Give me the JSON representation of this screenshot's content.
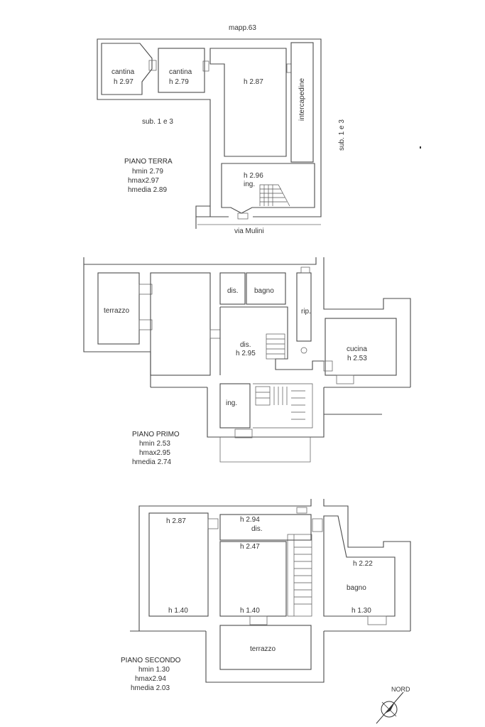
{
  "top": {
    "mapp_label": "mapp.63",
    "sub_left": "sub. 1 e 3",
    "sub_right": "sub. 1 e 3",
    "street": "via Mulini"
  },
  "ground": {
    "title": "PIANO TERRA",
    "hmin": "hmin 2.79",
    "hmax": "hmax2.97",
    "hmedia": "hmedia 2.89",
    "rooms": {
      "cantina1_name": "cantina",
      "cantina1_h": "h 2.97",
      "cantina2_name": "cantina",
      "cantina2_h": "h 2.79",
      "room_h": "h 2.87",
      "intercapedine": "intercapedine",
      "ing_h": "h 2.96",
      "ing_name": "ing."
    }
  },
  "first": {
    "title": "PIANO PRIMO",
    "hmin": "hmin 2.53",
    "hmax": "hmax2.95",
    "hmedia": "hmedia 2.74",
    "rooms": {
      "terrazzo": "terrazzo",
      "dis_small": "dis.",
      "bagno": "bagno",
      "rip": "rip.",
      "dis_name": "dis.",
      "dis_h": "h 2.95",
      "cucina_name": "cucina",
      "cucina_h": "h 2.53",
      "ing": "ing."
    }
  },
  "second": {
    "title": "PIANO SECONDO",
    "hmin": "hmin 1.30",
    "hmax": "hmax2.94",
    "hmedia": "hmedia 2.03",
    "rooms": {
      "left_top": "h 2.87",
      "left_bottom": "h 1.40",
      "dis_h": "h 2.94",
      "dis_name": "dis.",
      "mid_top": "h 2.47",
      "mid_bottom": "h 1.40",
      "bagno_top": "h 2.22",
      "bagno_name": "bagno",
      "bagno_bottom": "h 1.30",
      "terrazzo": "terrazzo"
    }
  },
  "compass": {
    "label": "NORD"
  }
}
